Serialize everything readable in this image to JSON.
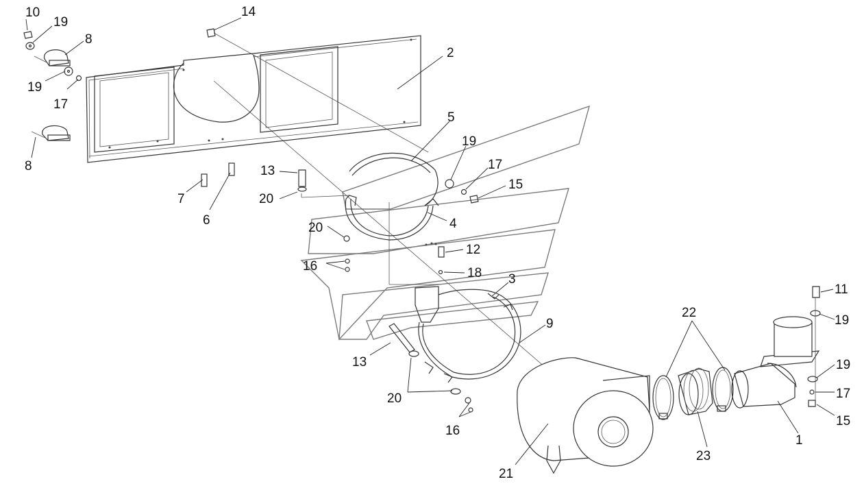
{
  "diagram": {
    "callouts": [
      {
        "id": "c10a",
        "text": "10"
      },
      {
        "id": "c19a",
        "text": "19"
      },
      {
        "id": "c8a",
        "text": "8"
      },
      {
        "id": "c19b",
        "text": "19"
      },
      {
        "id": "c17a",
        "text": "17"
      },
      {
        "id": "c8b",
        "text": "8"
      },
      {
        "id": "c14",
        "text": "14"
      },
      {
        "id": "c2",
        "text": "2"
      },
      {
        "id": "c5",
        "text": "5"
      },
      {
        "id": "c19c",
        "text": "19"
      },
      {
        "id": "c17b",
        "text": "17"
      },
      {
        "id": "c15a",
        "text": "15"
      },
      {
        "id": "c13a",
        "text": "13"
      },
      {
        "id": "c20a",
        "text": "20"
      },
      {
        "id": "c7",
        "text": "7"
      },
      {
        "id": "c6",
        "text": "6"
      },
      {
        "id": "c4",
        "text": "4"
      },
      {
        "id": "c20b",
        "text": "20"
      },
      {
        "id": "c16a",
        "text": "16"
      },
      {
        "id": "c12",
        "text": "12"
      },
      {
        "id": "c18",
        "text": "18"
      },
      {
        "id": "c3",
        "text": "3"
      },
      {
        "id": "c9",
        "text": "9"
      },
      {
        "id": "c13b",
        "text": "13"
      },
      {
        "id": "c20c",
        "text": "20"
      },
      {
        "id": "c16b",
        "text": "16"
      },
      {
        "id": "c21",
        "text": "21"
      },
      {
        "id": "c22",
        "text": "22"
      },
      {
        "id": "c23",
        "text": "23"
      },
      {
        "id": "c1",
        "text": "1"
      },
      {
        "id": "c11",
        "text": "11"
      },
      {
        "id": "c19d",
        "text": "19"
      },
      {
        "id": "c19e",
        "text": "19"
      },
      {
        "id": "c17c",
        "text": "17"
      },
      {
        "id": "c15b",
        "text": "15"
      }
    ]
  }
}
